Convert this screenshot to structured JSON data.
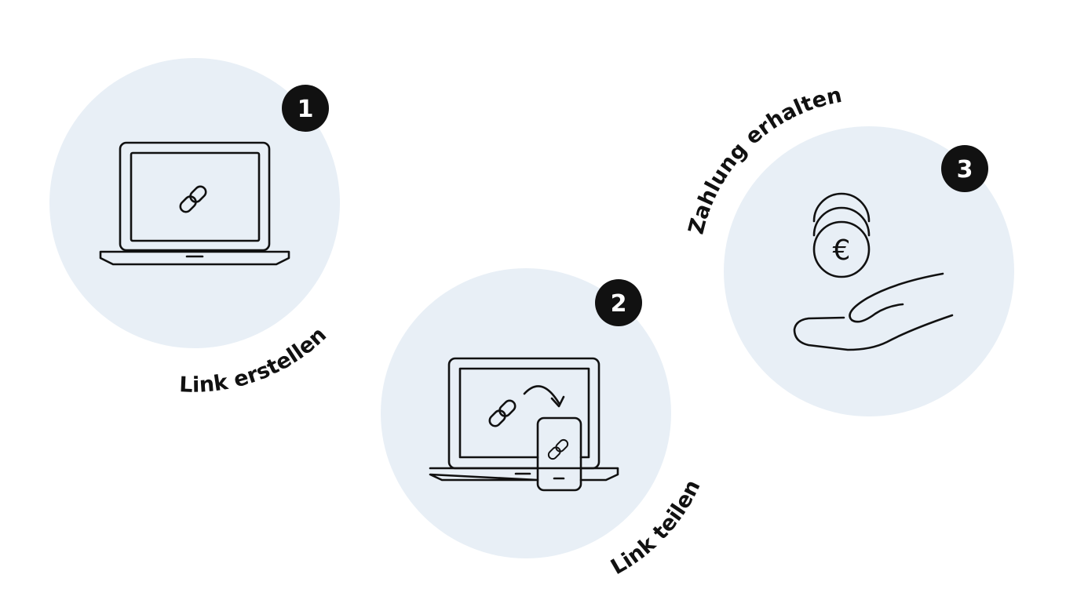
{
  "steps": [
    {
      "number": "1",
      "label": "Link erstellen",
      "icon": "laptop-link-icon"
    },
    {
      "number": "2",
      "label": "Link teilen",
      "icon": "laptop-phone-share-icon"
    },
    {
      "number": "3",
      "label": "Zahlung erhalten",
      "icon": "hand-euro-coins-icon"
    }
  ],
  "currency_symbol": "€",
  "colors": {
    "circle": "#e8eff6",
    "badge": "#111111",
    "text": "#111111"
  }
}
